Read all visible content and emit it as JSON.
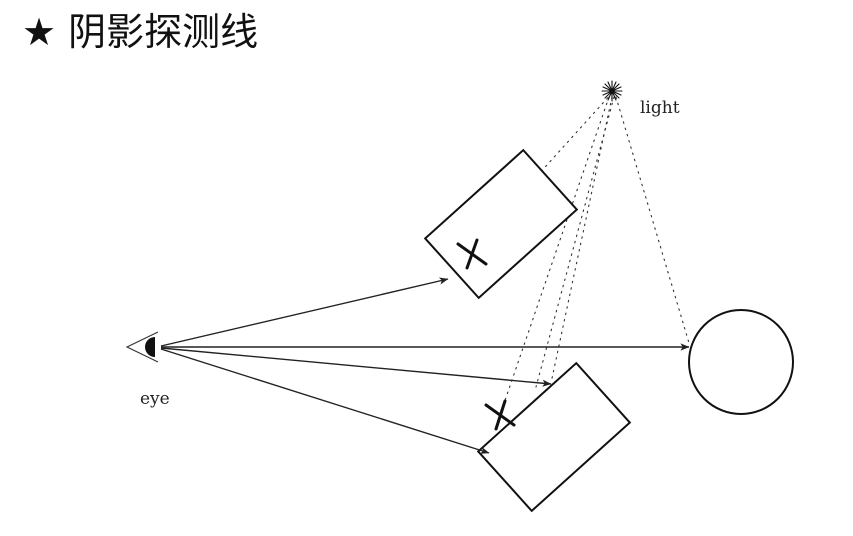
{
  "title": "★ 阴影探测线",
  "diagram": {
    "labels": {
      "light": "light",
      "eye": "eye"
    }
  }
}
